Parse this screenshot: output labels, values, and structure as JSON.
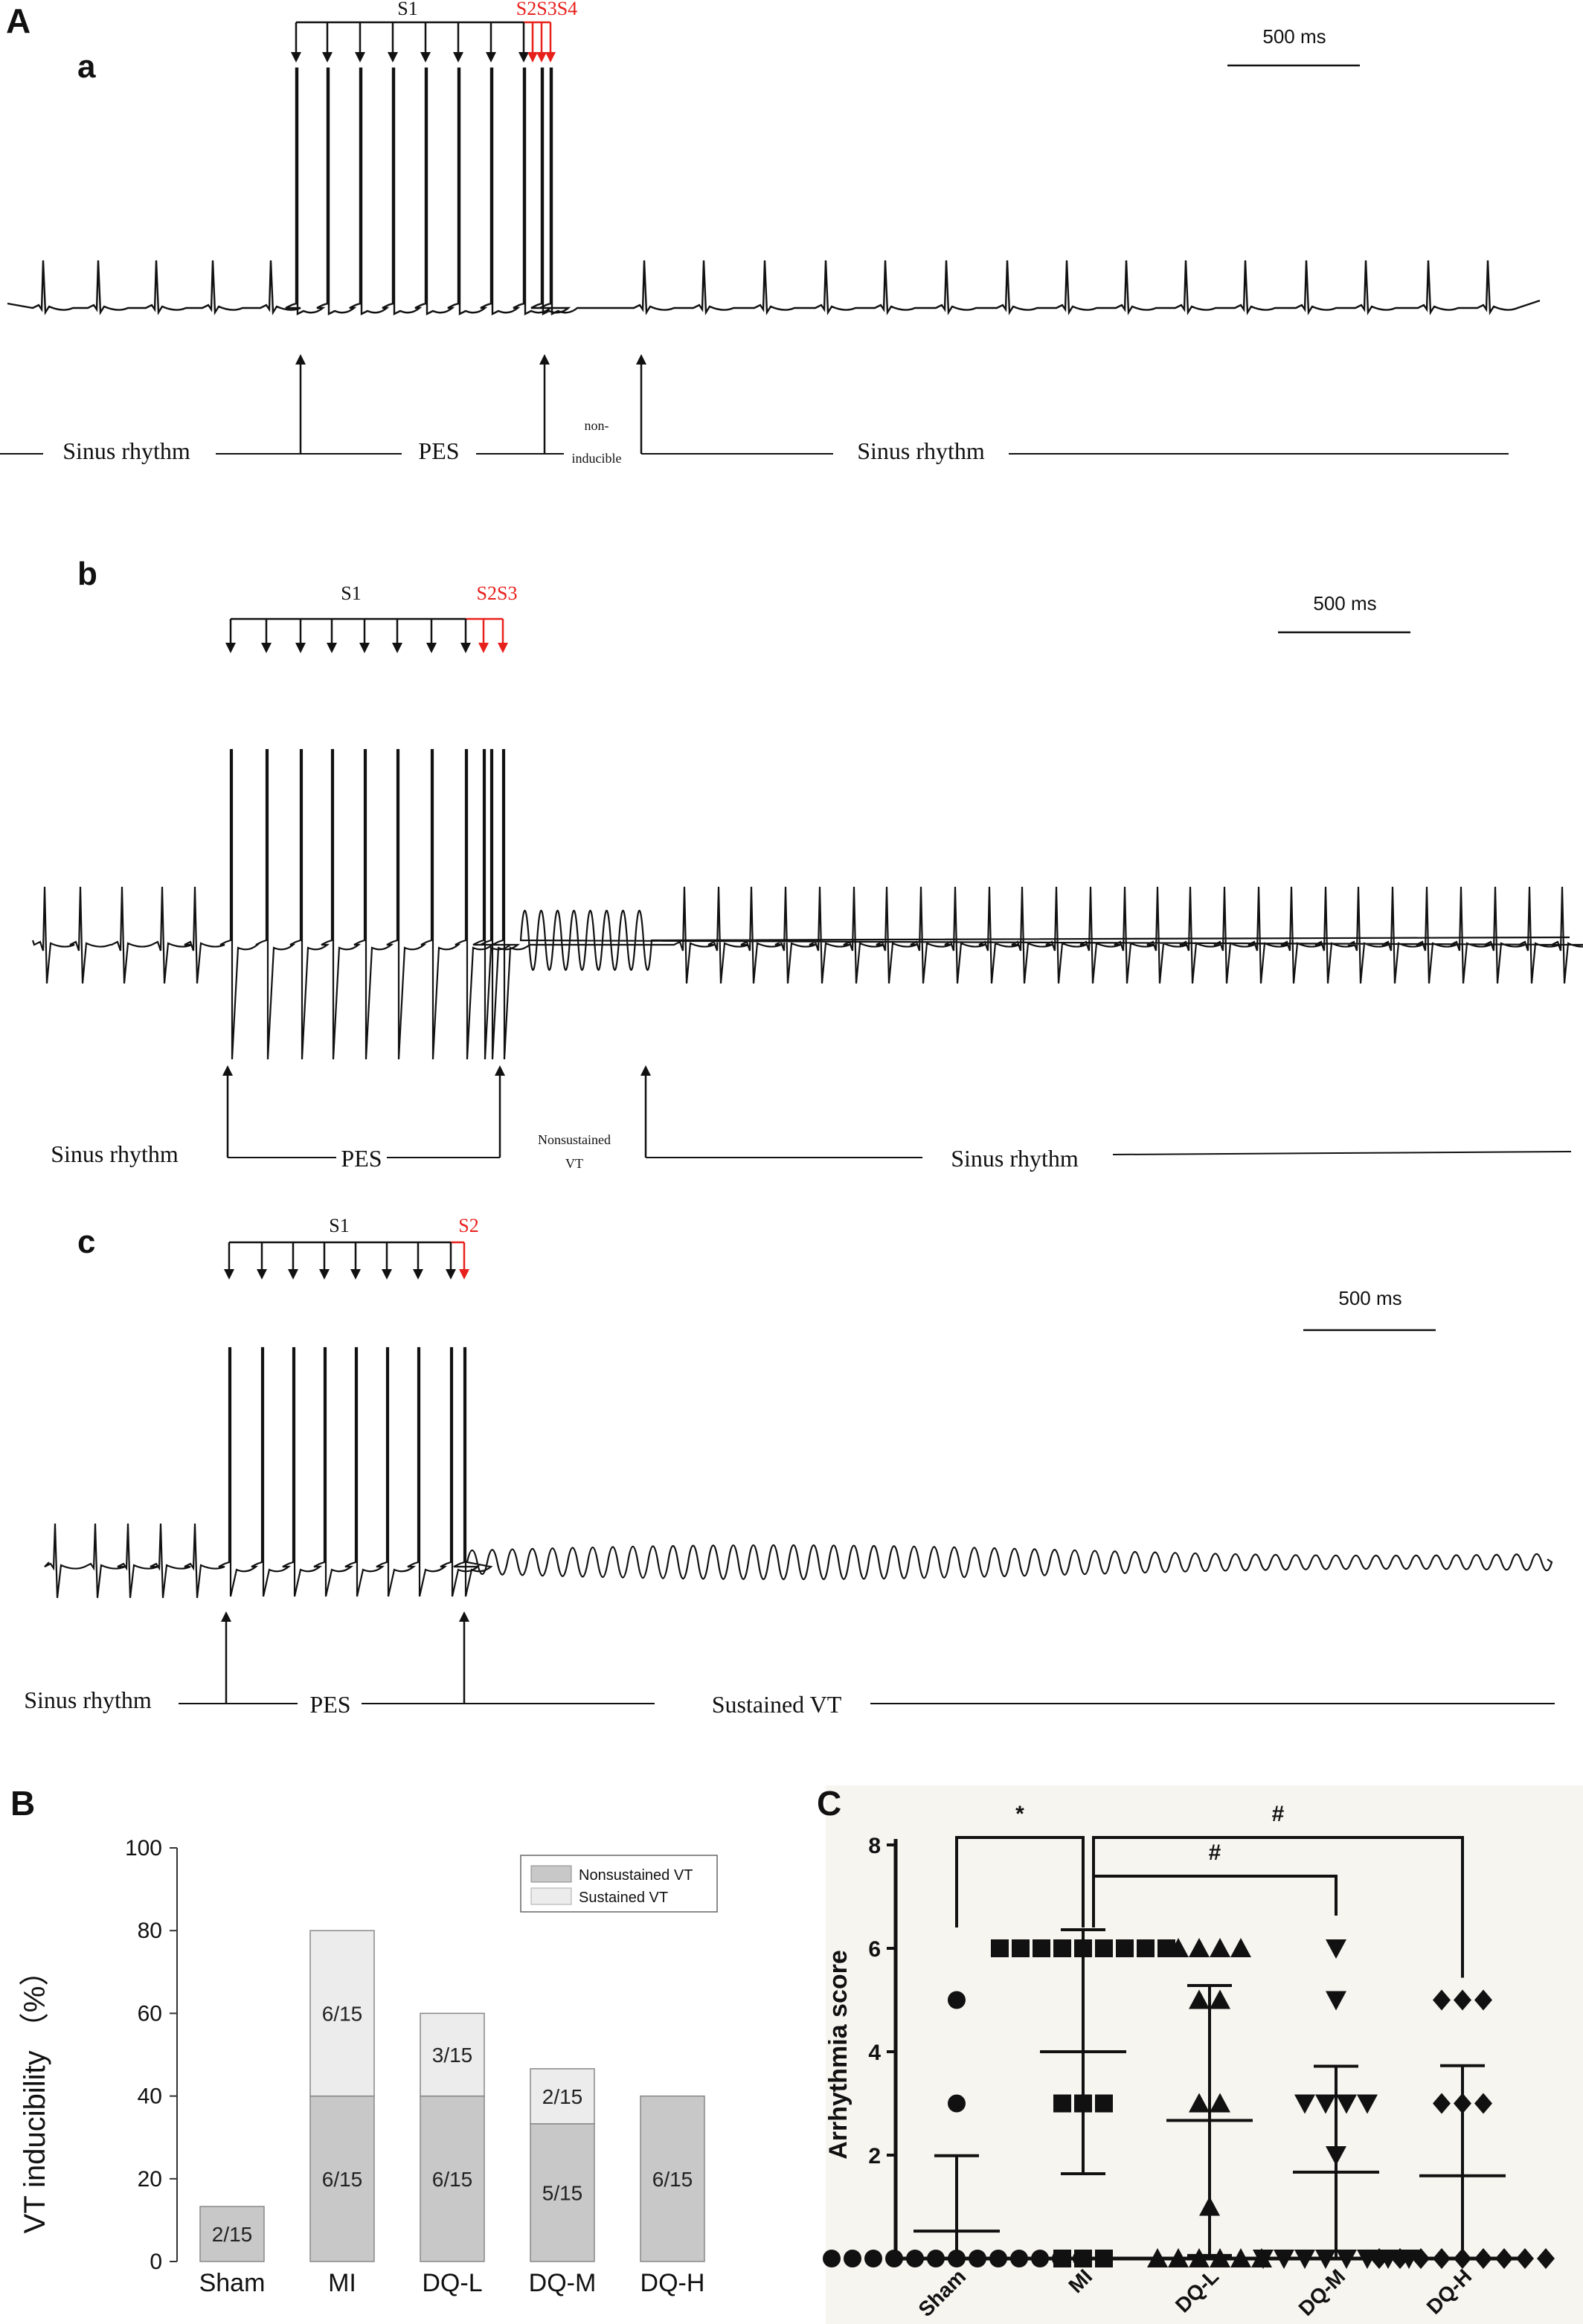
{
  "panel_labels": {
    "main": "A",
    "a": "a",
    "b": "b",
    "c": "c",
    "B": "B",
    "C": "C"
  },
  "scale_bar": "500 ms",
  "traces": [
    {
      "id": "a",
      "s1_label": "S1",
      "extra_label": "S2S3S4",
      "segments": [
        {
          "label": "Sinus rhythm"
        },
        {
          "label": "PES"
        },
        {
          "label": "non-\ninducible"
        },
        {
          "label": "Sinus rhythm"
        }
      ]
    },
    {
      "id": "b",
      "s1_label": "S1",
      "extra_label": "S2S3",
      "segments": [
        {
          "label": "Sinus rhythm"
        },
        {
          "label": "PES"
        },
        {
          "label": "Nonsustained\nVT"
        },
        {
          "label": "Sinus rhythm"
        }
      ]
    },
    {
      "id": "c",
      "s1_label": "S1",
      "extra_label": "S2",
      "segments": [
        {
          "label": "Sinus rhythm"
        },
        {
          "label": "PES"
        },
        {
          "label": "Sustained VT"
        }
      ]
    }
  ],
  "colors": {
    "stimulus_red": "#e8201c",
    "bar_nonsustained": "#c8c8c8",
    "bar_sustained": "#ececec",
    "ink": "#111111"
  },
  "chart_data": [
    {
      "id": "B",
      "type": "bar",
      "stacked": true,
      "categories": [
        "Sham",
        "MI",
        "DQ-L",
        "DQ-M",
        "DQ-H"
      ],
      "ylabel": "VT inducibility  （%）",
      "ylim": [
        0,
        100
      ],
      "yticks": [
        0,
        20,
        40,
        60,
        80,
        100
      ],
      "legend_position": "top-right",
      "series": [
        {
          "name": "Nonsustained VT",
          "values": [
            13.3,
            40,
            40,
            33.3,
            40
          ],
          "labels": [
            "2/15",
            "6/15",
            "6/15",
            "5/15",
            "6/15"
          ]
        },
        {
          "name": "Sustained VT",
          "values": [
            0,
            40,
            20,
            13.3,
            0
          ],
          "labels": [
            "",
            "6/15",
            "3/15",
            "2/15",
            ""
          ]
        }
      ]
    },
    {
      "id": "C",
      "type": "scatter",
      "categories": [
        "Sham",
        "MI",
        "DQ-L",
        "DQ-M",
        "DQ-H"
      ],
      "ylabel": "Arrhythmia score",
      "ylim": [
        0,
        8
      ],
      "yticks": [
        0,
        2,
        4,
        6,
        8
      ],
      "groups": [
        {
          "name": "Sham",
          "marker": "circle",
          "points": [
            0,
            0,
            0,
            0,
            0,
            0,
            0,
            0,
            0,
            0,
            0,
            0,
            0,
            3,
            5
          ],
          "mean": 0.53,
          "sd": 1.46
        },
        {
          "name": "MI",
          "marker": "square",
          "points": [
            0,
            0,
            0,
            3,
            3,
            3,
            6,
            6,
            6,
            6,
            6,
            6,
            6,
            6,
            6
          ],
          "mean": 4.0,
          "sd": 2.36
        },
        {
          "name": "DQ-L",
          "marker": "triangle-up",
          "points": [
            0,
            0,
            0,
            0,
            0,
            0,
            1,
            3,
            3,
            5,
            5,
            6,
            6,
            6,
            6
          ],
          "mean": 2.67,
          "sd": 2.61
        },
        {
          "name": "DQ-M",
          "marker": "triangle-down",
          "points": [
            0,
            0,
            0,
            0,
            0,
            0,
            0,
            0,
            2,
            3,
            3,
            3,
            3,
            5,
            6
          ],
          "mean": 1.67,
          "sd": 2.05
        },
        {
          "name": "DQ-H",
          "marker": "diamond",
          "points": [
            0,
            0,
            0,
            0,
            0,
            0,
            0,
            0,
            0,
            3,
            3,
            3,
            5,
            5,
            5
          ],
          "mean": 1.6,
          "sd": 2.13
        }
      ],
      "significance": [
        {
          "from": "Sham",
          "to": "MI",
          "label": "*"
        },
        {
          "from": "MI",
          "to": "DQ-M",
          "label": "#"
        },
        {
          "from": "MI",
          "to": "DQ-H",
          "label": "#"
        }
      ]
    }
  ]
}
